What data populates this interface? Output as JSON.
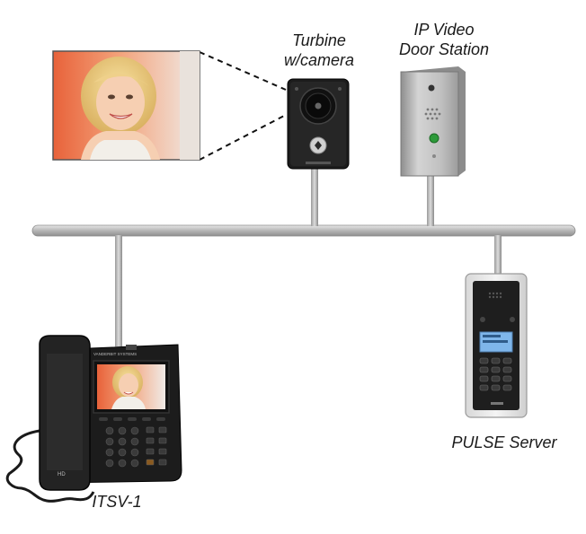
{
  "labels": {
    "turbine_line1": "Turbine",
    "turbine_line2": "w/camera",
    "door_station_line1": "IP Video",
    "door_station_line2": "Door Station",
    "pulse_server": "PULSE Server",
    "itsv": "ITSV-1"
  },
  "phone": {
    "brand_text": "VANDERBIT SYSTEMS",
    "hd_text": "HD"
  },
  "colors": {
    "network_bus": "#bdbdbd",
    "device_dark": "#1c1c1c",
    "door_station_metal": "#b8b8b8",
    "screen_blue": "#7fb6ea"
  }
}
